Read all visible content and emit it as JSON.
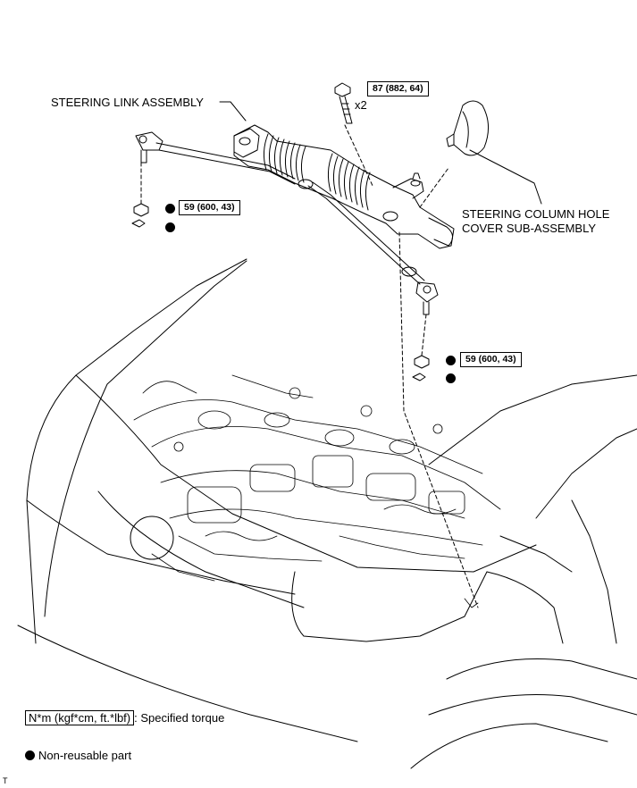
{
  "labels": {
    "steering_link": "STEERING LINK ASSEMBLY",
    "column_cover_line1": "STEERING COLUMN HOLE",
    "column_cover_line2": "COVER SUB-ASSEMBLY",
    "bolt_qty": "x2"
  },
  "torques": {
    "bolt": "87 (882, 64)",
    "left_nut": "59 (600, 43)",
    "right_nut": "59 (600, 43)"
  },
  "legend": {
    "torque_unit": "N*m (kgf*cm, ft.*lbf)",
    "torque_desc": ": Specified torque",
    "non_reusable": "Non-reusable part"
  },
  "footer_mark": "T",
  "icons": {
    "non_reusable_marker": "filled-circle"
  }
}
